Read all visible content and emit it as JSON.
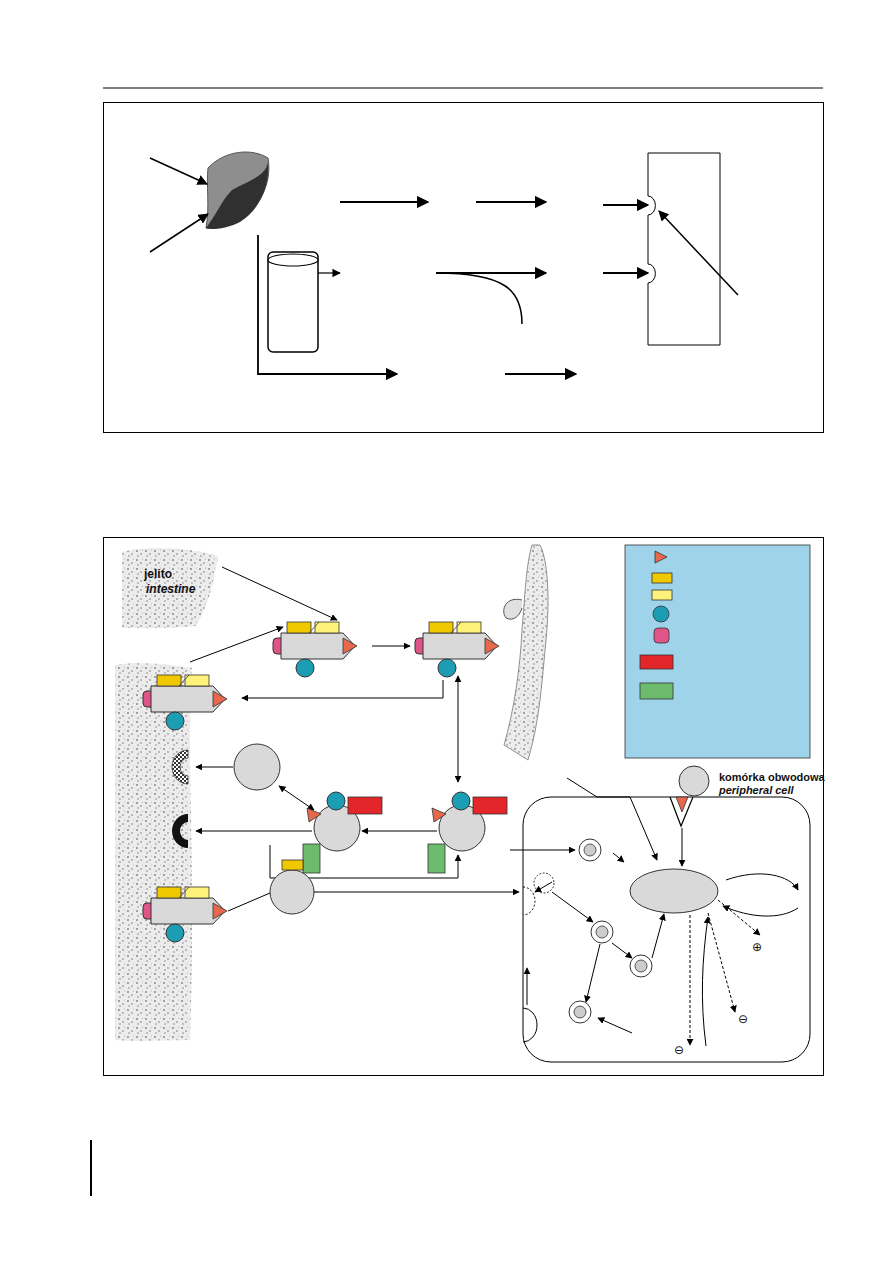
{
  "diagram": {
    "nodes": [
      {
        "text": [
          "jelito",
          "intestine"
        ]
      },
      {
        "text": [
          "komórka obwodowa",
          "peripheral cell"
        ]
      }
    ],
    "labels": [
      "⊕",
      "⊖",
      "⊖"
    ]
  }
}
